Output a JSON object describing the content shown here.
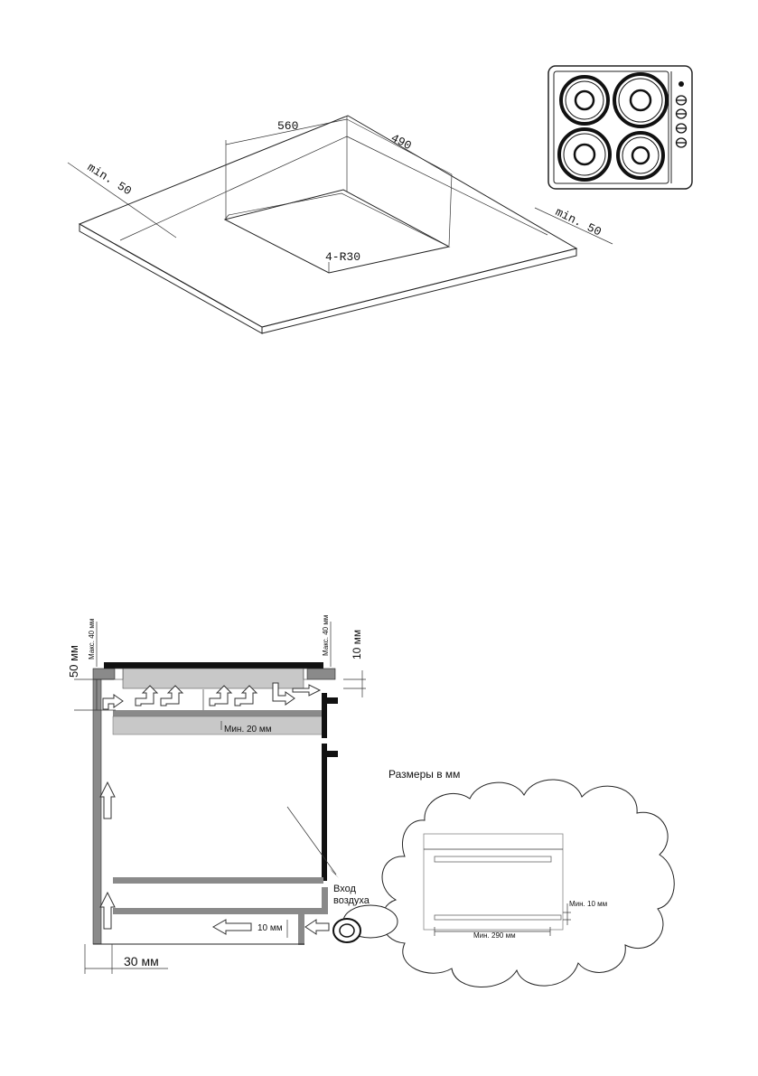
{
  "cutout_diagram": {
    "dim_width": "560",
    "dim_depth": "490",
    "clearance_left": "min. 50",
    "clearance_right": "min. 50",
    "corner_radius": "4-R30"
  },
  "ventilation_diagram": {
    "max_thickness_left": "Макс. 40 мм",
    "max_thickness_right": "Макс. 40 мм",
    "height_50": "50 мм",
    "gap_10_top": "10 мм",
    "min_gap_20": "Мин. 20 мм",
    "air_inlet_line1": "Вход",
    "air_inlet_line2": "воздуха",
    "gap_10_bottom": "10 мм",
    "side_30": "30 мм"
  },
  "detail_cloud": {
    "units_note": "Размеры в мм",
    "min_10": "Мин. 10 мм",
    "min_290": "Мин. 290 мм"
  },
  "colors": {
    "line": "#222222",
    "panel_gray": "#8a8a8a",
    "light_gray": "#c8c8c8",
    "black": "#111111"
  }
}
